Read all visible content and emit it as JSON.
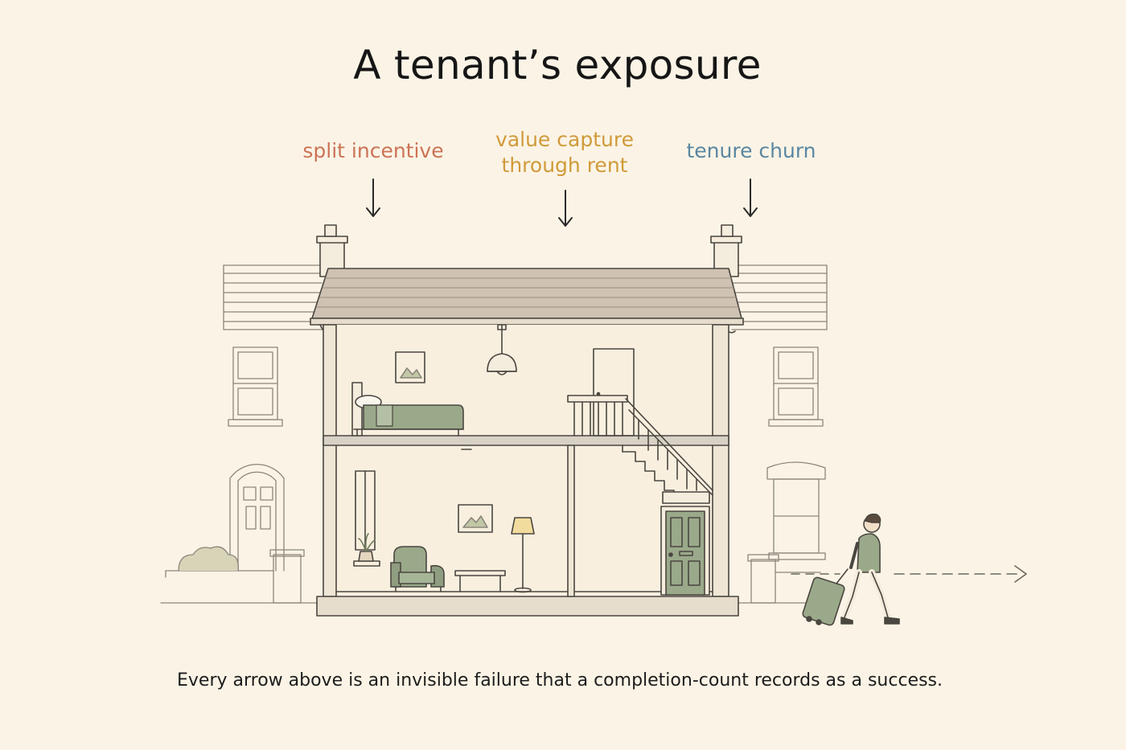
{
  "title": "A tenant’s exposure",
  "labels": {
    "split_incentive": "split incentive",
    "value_capture": [
      "value capture",
      "through rent"
    ],
    "tenure_churn": "tenure churn"
  },
  "caption": "Every arrow above is an invisible failure that a completion-count records as a success.",
  "colors": {
    "background": "#fbf4e6",
    "split_incentive": "#cc7356",
    "value_capture": "#d09a3a",
    "tenure_churn": "#5a87a1",
    "line": "#4a4640",
    "sage": "#9aa98a"
  },
  "icons": [
    "down-arrow-icon",
    "dashed-right-arrow-icon",
    "person-with-suitcase-icon"
  ]
}
